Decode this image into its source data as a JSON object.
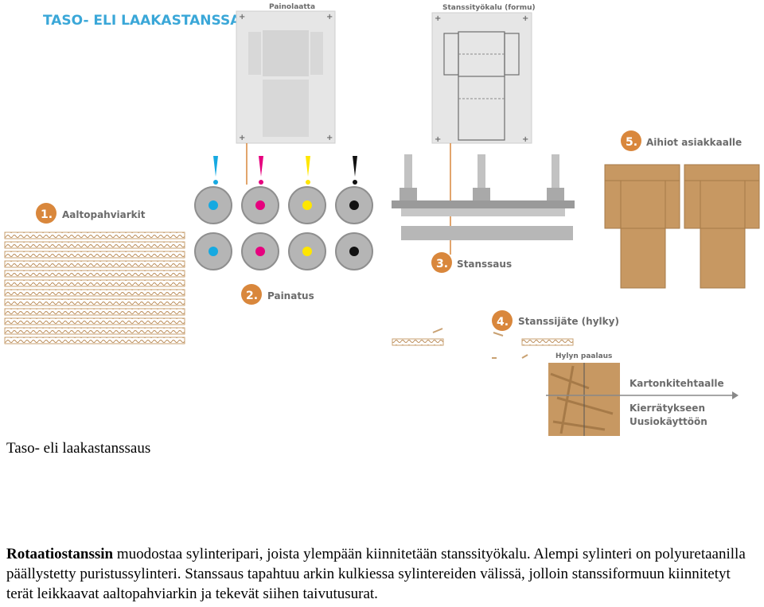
{
  "diagram": {
    "title": "TASO- ELI LAAKASTANSSAUS",
    "plate_label": "Painolaatta",
    "tool_label": "Stanssityökalu (formu)",
    "steps": [
      {
        "num": "1.",
        "label": "Aaltopahviarkit"
      },
      {
        "num": "2.",
        "label": "Painatus"
      },
      {
        "num": "3.",
        "label": "Stanssaus"
      },
      {
        "num": "4.",
        "label": "Stanssijäte (hylky)"
      },
      {
        "num": "5.",
        "label": "Aihiot asiakkaalle"
      }
    ],
    "waste_baling": "Hylyn paalaus",
    "dest_mill": "Kartonkitehtaalle",
    "dest_recycle": "Kierrätykseen",
    "dest_reuse": "Uusiokäyttöön",
    "colors": {
      "accent": "#3aa7d8",
      "step_circle": "#d9873c",
      "cyan": "#16a9e1",
      "magenta": "#e6007e",
      "yellow": "#ffe600",
      "black": "#111111",
      "cardboard": "#c79862"
    }
  },
  "caption": "Taso- eli laakastanssaus",
  "paragraph": {
    "bold": "Rotaatiostanssin",
    "rest": " muodostaa sylinteripari, joista ylempään kiinnitetään stanssityökalu.  Alempi sylinteri on polyuretaanilla päällystetty puristussylinteri.  Stanssaus tapahtuu arkin kulkiessa sylintereiden välissä, jolloin stanssiformuun kiinnitetyt terät leikkaavat aaltopahviarkin ja tekevät siihen taivutusurat."
  }
}
